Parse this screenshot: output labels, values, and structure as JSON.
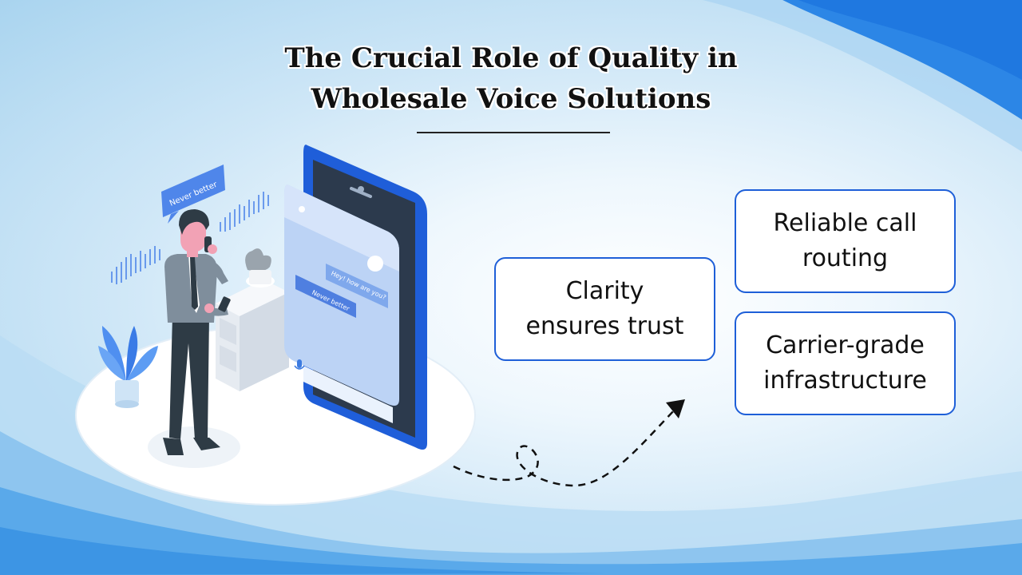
{
  "title": {
    "line1": "The Crucial Role of Quality in",
    "line2": "Wholesale Voice Solutions"
  },
  "cards": {
    "clarity": {
      "line1": "Clarity",
      "line2": "ensures trust"
    },
    "routing": {
      "line1": "Reliable call",
      "line2": "routing"
    },
    "carrier": {
      "line1": "Carrier-grade",
      "line2": "infrastructure"
    }
  },
  "illustration": {
    "speech_bubble": "Never better",
    "chat_incoming": "Hey! how are you?",
    "chat_outgoing": "Never better"
  },
  "colors": {
    "accent": "#1e5fd8",
    "phone_blue": "#1f5ed9",
    "wave_light": "#8fc3ec",
    "wave_dark": "#2f86e0"
  }
}
